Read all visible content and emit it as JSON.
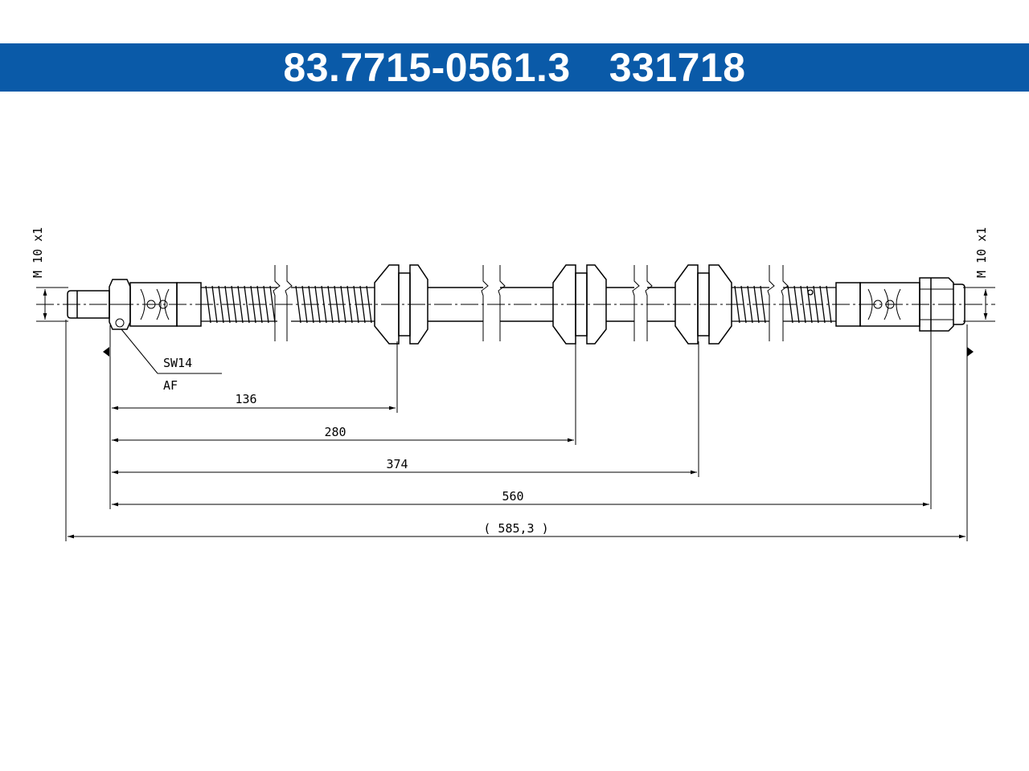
{
  "header": {
    "part_number": "83.7715-0561.3",
    "ref_number": "331718",
    "bar_color": "#0a5aa8",
    "text_color": "#ffffff"
  },
  "drawing": {
    "thread_left": "M 10 x1",
    "thread_right": "M 10 x1",
    "wrench_size": "SW14",
    "wrench_size_alt": "AF",
    "dimensions": {
      "d1": "136",
      "d2": "280",
      "d3": "374",
      "d4": "560",
      "overall": "( 585,3 )"
    }
  }
}
